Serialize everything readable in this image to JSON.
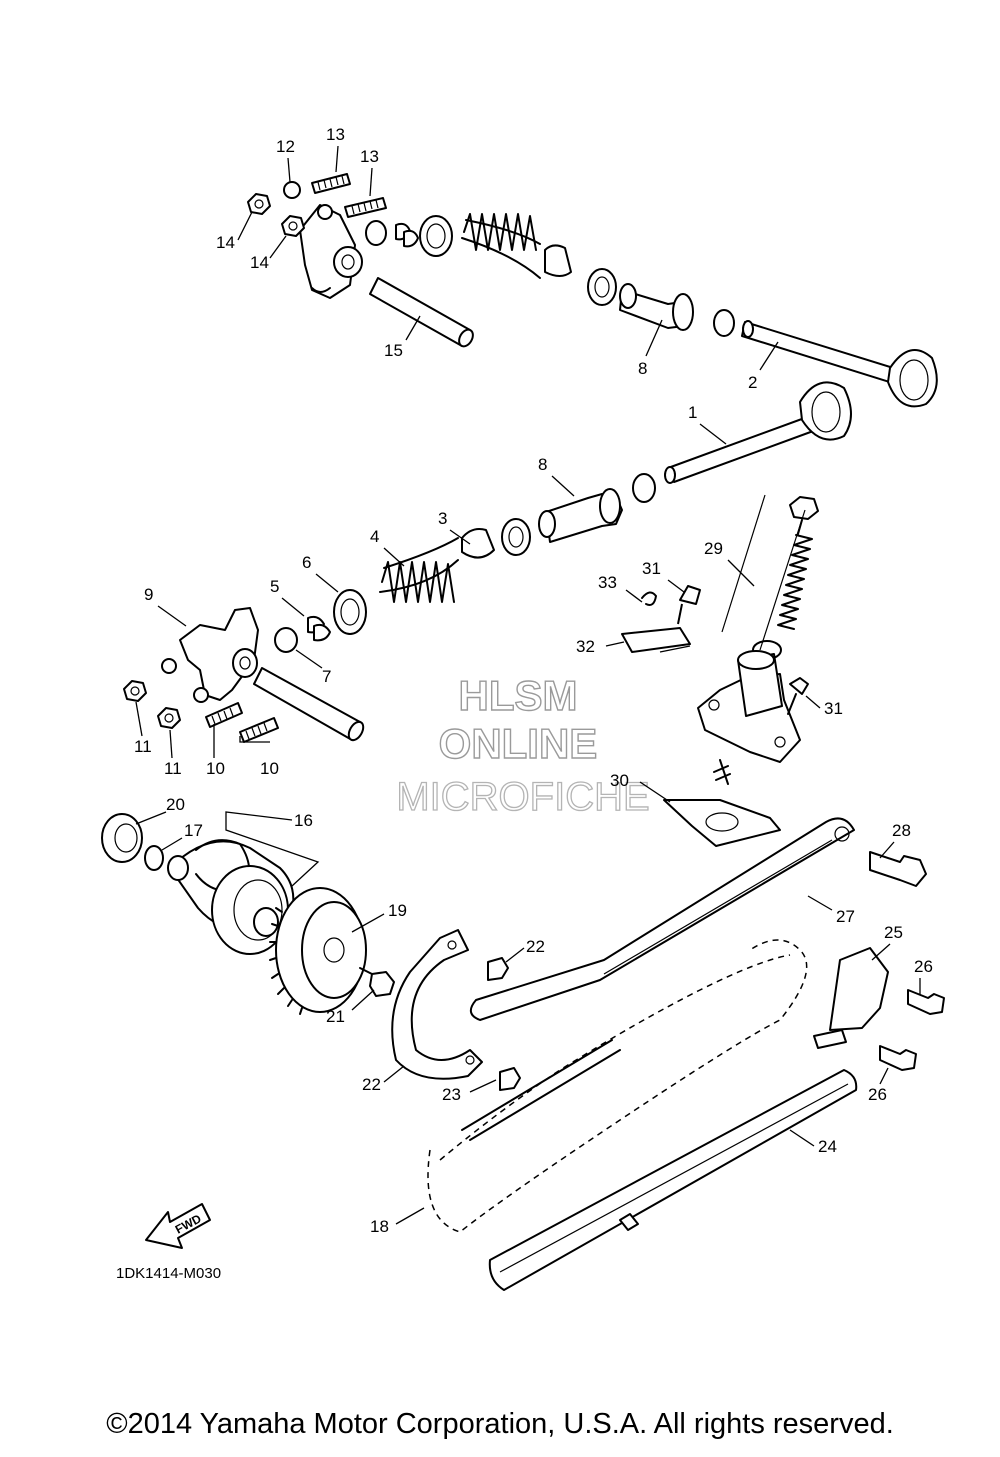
{
  "watermark": {
    "line1": "HLSM",
    "line2": "ONLINE",
    "line3": "MICROFICHE"
  },
  "fwd_label": "FWD",
  "model_code": "1DK1414-M030",
  "copyright": "©2014 Yamaha Motor Corporation, U.S.A. All rights reserved.",
  "callouts": [
    "1",
    "2",
    "3",
    "4",
    "5",
    "6",
    "7",
    "8",
    "8",
    "9",
    "10",
    "10",
    "11",
    "11",
    "12",
    "13",
    "13",
    "14",
    "14",
    "15",
    "16",
    "17",
    "18",
    "19",
    "20",
    "21",
    "22",
    "22",
    "23",
    "24",
    "25",
    "26",
    "26",
    "27",
    "28",
    "29",
    "30",
    "31",
    "31",
    "32",
    "33"
  ]
}
